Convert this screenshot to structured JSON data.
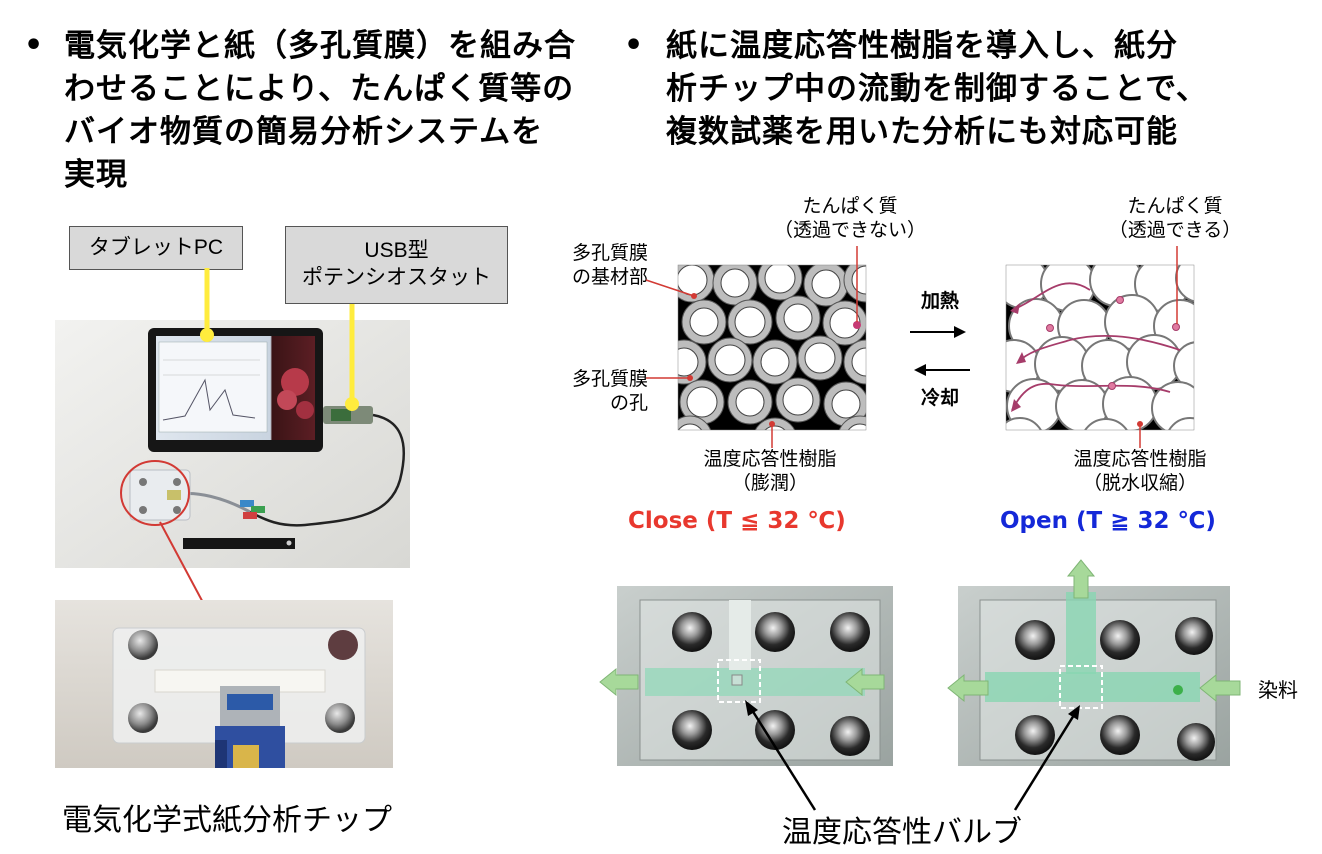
{
  "left_section": {
    "bullet": "•",
    "heading_lines": [
      "電気化学と紙（多孔質膜）を組み合",
      "わせることにより、たんぱく質等の",
      "バイオ物質の簡易分析システムを",
      "実現"
    ],
    "tablet_label": "タブレットPC",
    "potentiostat_label_lines": [
      "USB型",
      "ポテンシオスタット"
    ],
    "caption": "電気化学式紙分析チップ"
  },
  "right_section": {
    "bullet": "•",
    "heading_lines": [
      "紙に温度応答性樹脂を導入し、紙分",
      "析チップ中の流動を制御することで、",
      "複数試薬を用いた分析にも対応可能"
    ],
    "membrane_base_lines": [
      "多孔質膜",
      "の基材部"
    ],
    "membrane_pore_lines": [
      "多孔質膜",
      "の孔"
    ],
    "protein_blocked_lines": [
      "たんぱく質",
      "（透過できない）"
    ],
    "protein_pass_lines": [
      "たんぱく質",
      "（透過できる）"
    ],
    "heating_label": "加熱",
    "cooling_label": "冷却",
    "resin_swell_lines": [
      "温度応答性樹脂",
      "（膨潤）"
    ],
    "resin_shrink_lines": [
      "温度応答性樹脂",
      "（脱水収縮）"
    ],
    "close_state": "Close (T ≦ 32 ℃)",
    "open_state": "Open (T ≧ 32 ℃)",
    "dye_label": "染料",
    "valve_caption": "温度応答性バルブ"
  },
  "colors": {
    "close_red": "#e8382e",
    "open_blue": "#1428d8",
    "protein_magenta": "#c63b74",
    "flow_arrow": "#a63c6a",
    "leader_yellow": "#ffec3d",
    "leader_red": "#d23a34"
  }
}
